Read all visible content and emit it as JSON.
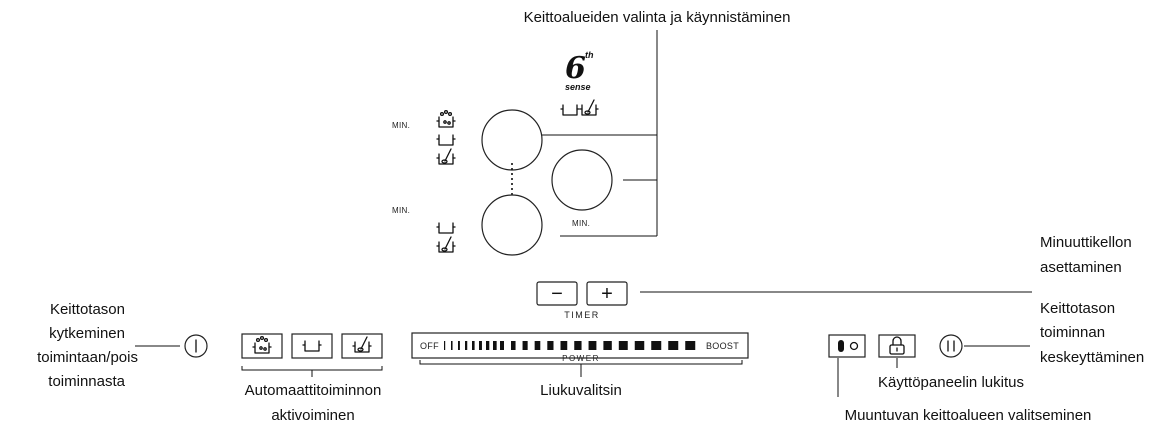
{
  "labels": {
    "zone_select": "Keittoalueiden valinta ja käynnistäminen",
    "timer_set_1": "Minuuttikellon",
    "timer_set_2": "asettaminen",
    "power_1": "Keittotason",
    "power_2": "kytkeminen",
    "power_3": "toimintaan/pois",
    "power_4": "toiminnasta",
    "pause_1": "Keittotason",
    "pause_2": "toiminnan",
    "pause_3": "keskeyttäminen",
    "auto_1": "Automaattitoiminnon",
    "auto_2": "aktivoiminen",
    "slider": "Liukuvalitsin",
    "lock": "Käyttöpaneelin lukitus",
    "flexi": "Muuntuvan keittoalueen valitseminen"
  },
  "panel": {
    "min_label": "MIN.",
    "sixth_sense_number": "6",
    "sixth_sense_suffix": "th",
    "sixth_sense_word": "sense",
    "timer_label": "TIMER",
    "timer_minus": "−",
    "timer_plus": "+",
    "power_label": "POWER",
    "slider_off": "OFF",
    "slider_boost": "BOOST"
  },
  "icons": {
    "power": "power-on-off-icon",
    "boil": "boil-pot-icon",
    "melt": "melt-pot-icon",
    "simmer": "simmer-pot-icon",
    "flexi": "flexi-zone-icon",
    "lock": "padlock-icon",
    "pause": "pause-icon"
  }
}
